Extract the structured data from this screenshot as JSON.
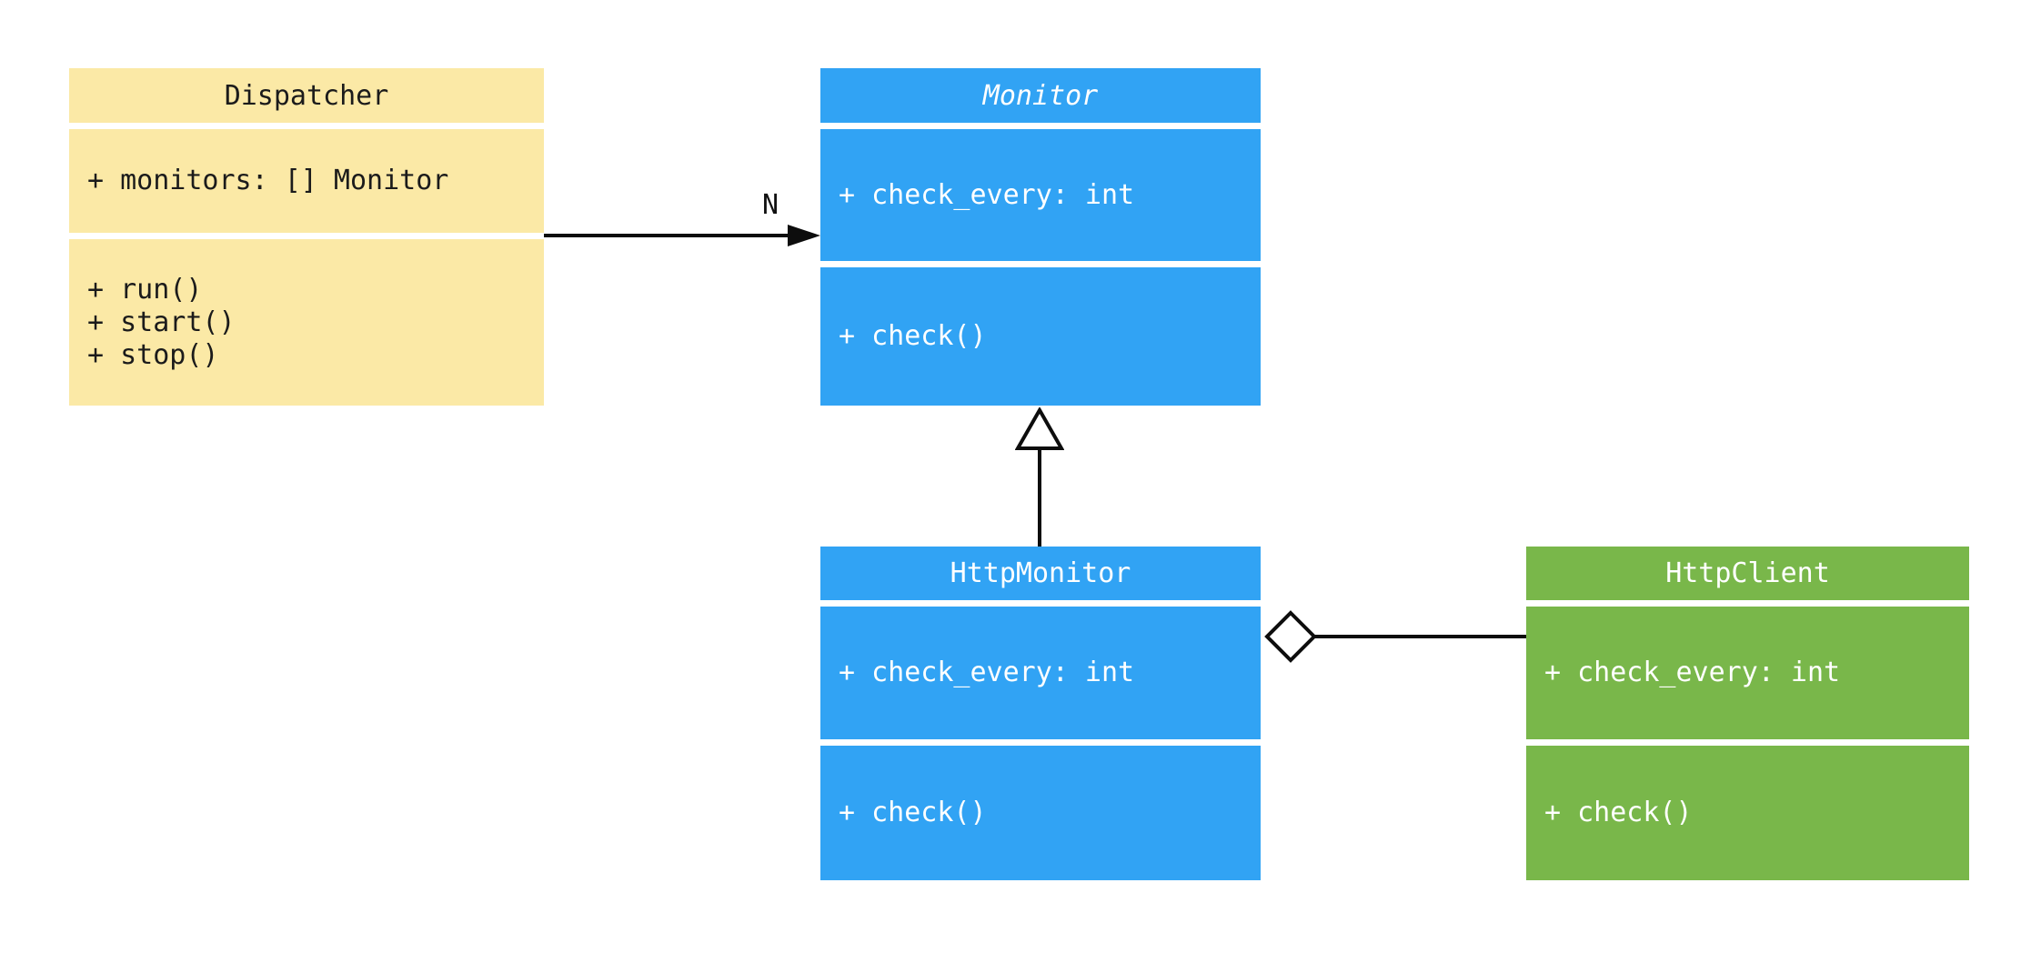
{
  "diagram": {
    "kind": "uml-class-diagram",
    "background": "#ffffff",
    "colors": {
      "dispatcher_fill": "#fbe9a6",
      "monitor_fill": "#31a3f4",
      "http_client_fill": "#79b74a",
      "connector": "#0d0d0d",
      "text_on_yellow": "#1b1b1b",
      "text_on_color": "#ffffff"
    },
    "classes": {
      "dispatcher": {
        "name": "Dispatcher",
        "abstract": false,
        "attributes": [
          "+ monitors: [] Monitor"
        ],
        "methods": [
          "+ run()",
          "+ start()",
          "+ stop()"
        ]
      },
      "monitor": {
        "name": "Monitor",
        "abstract": true,
        "attributes": [
          "+ check_every: int"
        ],
        "methods": [
          "+ check()"
        ]
      },
      "http_monitor": {
        "name": "HttpMonitor",
        "abstract": false,
        "attributes": [
          "+ check_every: int"
        ],
        "methods": [
          "+ check()"
        ]
      },
      "http_client": {
        "name": "HttpClient",
        "abstract": false,
        "attributes": [
          "+ check_every: int"
        ],
        "methods": [
          "+ check()"
        ]
      }
    },
    "relations": {
      "dispatcher_to_monitor": {
        "type": "association",
        "from": "Dispatcher",
        "to": "Monitor",
        "label": "N"
      },
      "httpmonitor_to_monitor": {
        "type": "inheritance",
        "from": "HttpMonitor",
        "to": "Monitor"
      },
      "httpmonitor_to_httpclient": {
        "type": "aggregation",
        "from": "HttpMonitor",
        "to": "HttpClient"
      }
    }
  }
}
